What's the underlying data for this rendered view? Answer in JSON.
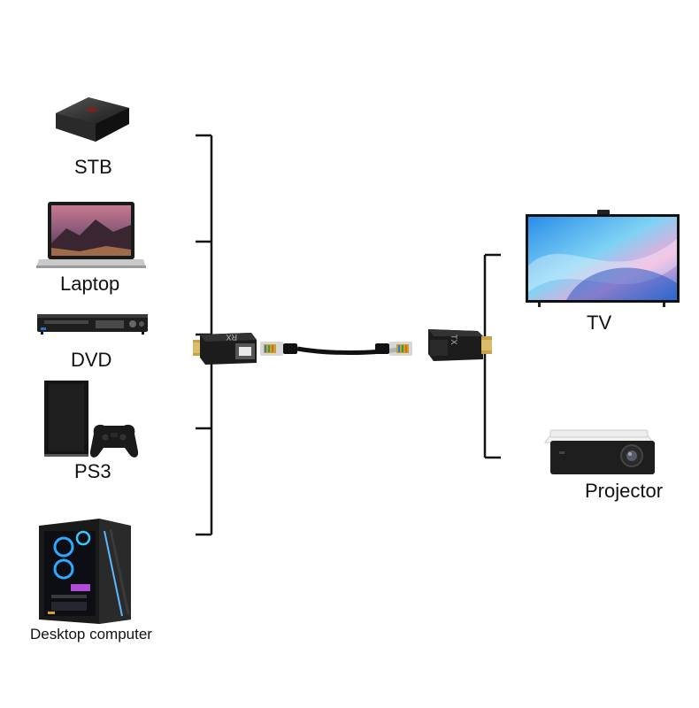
{
  "sources": [
    {
      "id": "stb",
      "label": "STB",
      "icon": "stb-box-icon"
    },
    {
      "id": "laptop",
      "label": "Laptop",
      "icon": "laptop-icon"
    },
    {
      "id": "dvd",
      "label": "DVD",
      "icon": "dvd-player-icon"
    },
    {
      "id": "ps3",
      "label": "PS3",
      "icon": "game-console-icon"
    },
    {
      "id": "desktop",
      "label": "Desktop computer",
      "icon": "desktop-computer-icon"
    }
  ],
  "displays": [
    {
      "id": "tv",
      "label": "TV",
      "icon": "tv-icon"
    },
    {
      "id": "projector",
      "label": "Projector",
      "icon": "projector-icon"
    }
  ],
  "extender": {
    "receiver_marking": "RX",
    "transmitter_marking": "TX",
    "cable": "ethernet-cable-icon"
  }
}
